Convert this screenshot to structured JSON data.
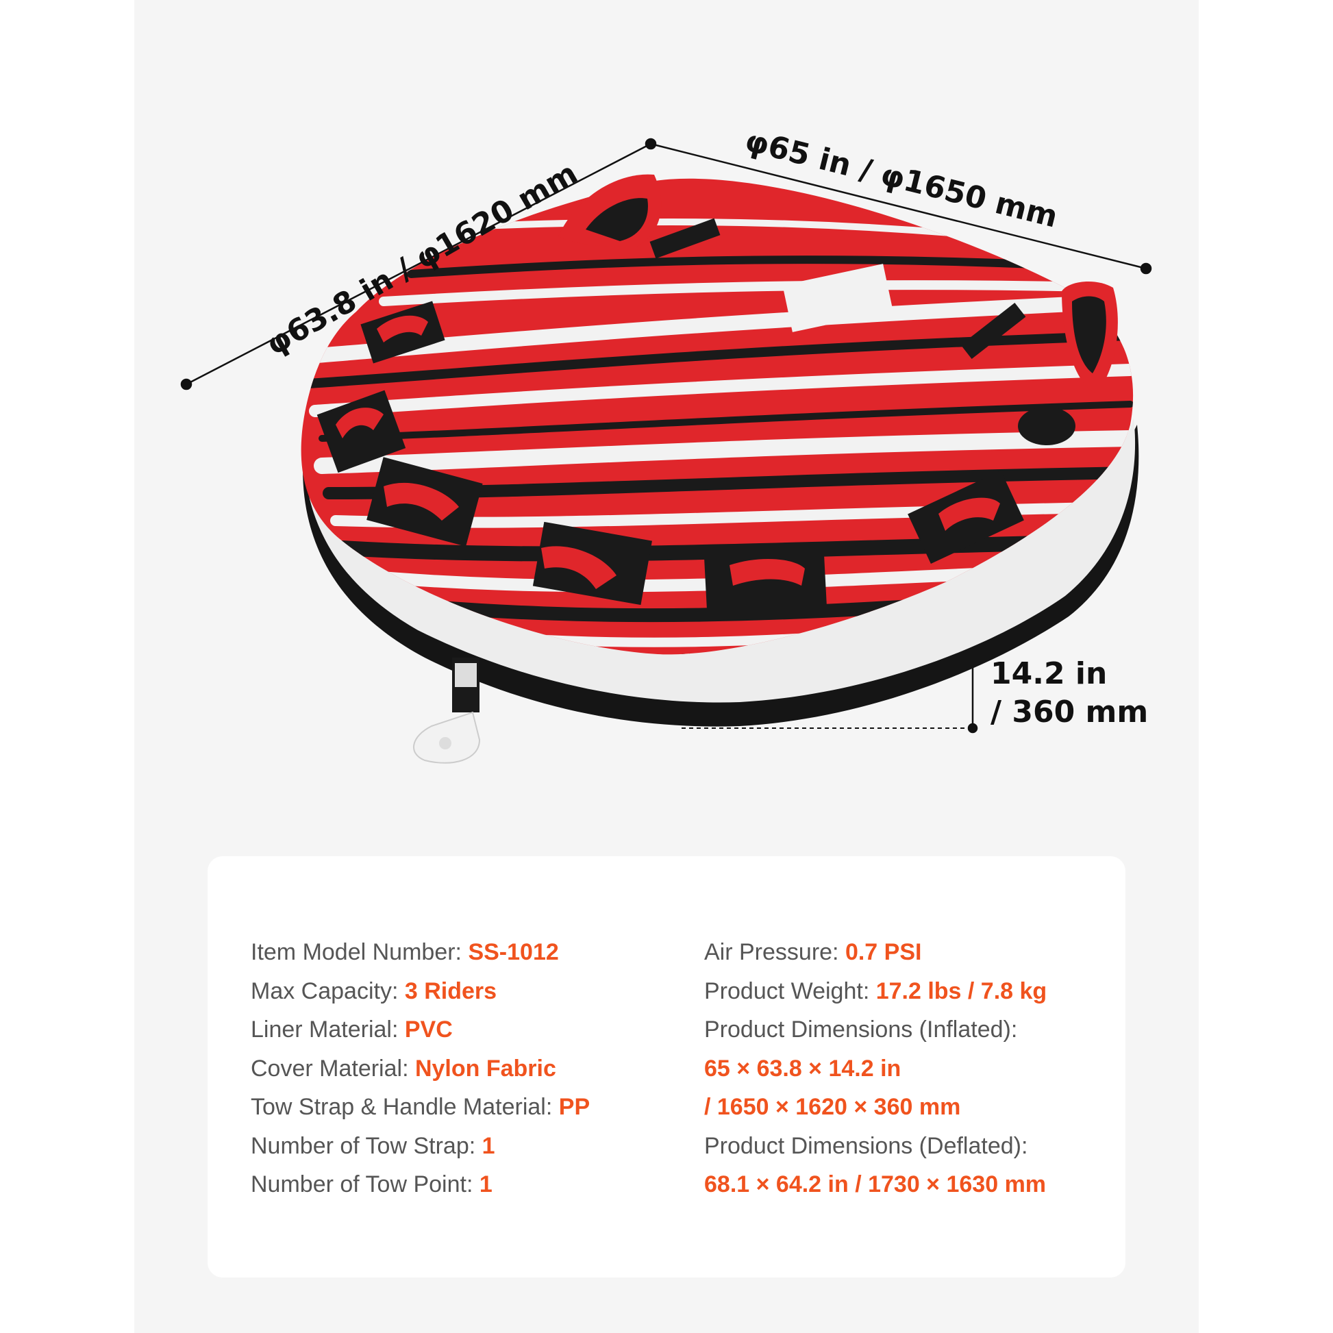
{
  "dimensions": {
    "length_label": "φ65 in / φ1650 mm",
    "width_label": "φ63.8 in / φ1620 mm",
    "height_line1": "14.2 in",
    "height_line2": "/ 360 mm"
  },
  "specs_left": [
    {
      "label": "Item Model Number: ",
      "value": "SS-1012"
    },
    {
      "label": "Max Capacity: ",
      "value": "3 Riders"
    },
    {
      "label": "Liner Material: ",
      "value": "PVC"
    },
    {
      "label": "Cover Material: ",
      "value": "Nylon Fabric"
    },
    {
      "label": "Tow Strap & Handle Material: ",
      "value": "PP"
    },
    {
      "label": "Number of Tow Strap: ",
      "value": "1"
    },
    {
      "label": "Number of Tow Point: ",
      "value": "1"
    }
  ],
  "specs_right": [
    {
      "label": "Air Pressure: ",
      "value": "0.7 PSI"
    },
    {
      "label": "Product Weight: ",
      "value": "17.2 lbs / 7.8 kg"
    },
    {
      "label": "Product Dimensions (Inflated):",
      "value": ""
    },
    {
      "label": "",
      "value": "65 × 63.8 × 14.2 in"
    },
    {
      "label": "",
      "value": "/ 1650 × 1620 × 360 mm"
    },
    {
      "label": "Product Dimensions (Deflated):",
      "value": ""
    },
    {
      "label": "",
      "value": "68.1 × 64.2 in / 1730 × 1630 mm"
    }
  ],
  "colors": {
    "accent": "#f0531e",
    "tube_red": "#e0262b",
    "tube_black": "#1a1a1a",
    "tube_white": "#f2f2f2"
  }
}
